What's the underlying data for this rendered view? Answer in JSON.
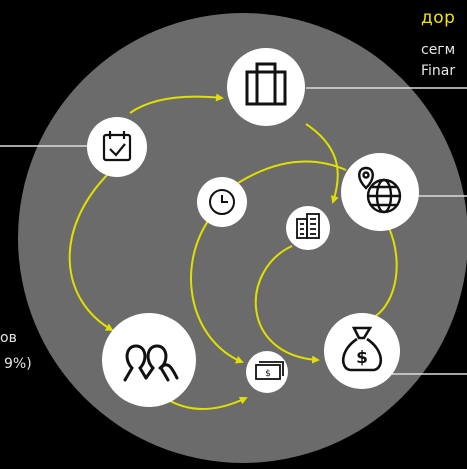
{
  "texts": {
    "top_right_title": "дор",
    "top_right_line1": "сегм",
    "top_right_line2": "Finar",
    "left_line1": "ов",
    "left_line2": "9%)"
  },
  "colors": {
    "background": "#000000",
    "circle": "#6b6b6b",
    "node_fill": "#ffffff",
    "icon_stroke": "#111111",
    "arrow": "#e0e000",
    "connector_line": "#dcdcdc",
    "title_accent": "#f2e500"
  },
  "nodes": [
    {
      "id": "briefcase",
      "icon": "briefcase-icon"
    },
    {
      "id": "calendar",
      "icon": "calendar-check-icon"
    },
    {
      "id": "globe",
      "icon": "globe-pin-icon"
    },
    {
      "id": "clock",
      "icon": "clock-icon"
    },
    {
      "id": "building",
      "icon": "building-icon"
    },
    {
      "id": "people",
      "icon": "people-icon"
    },
    {
      "id": "money",
      "icon": "money-bill-icon"
    },
    {
      "id": "moneybag",
      "icon": "money-bag-icon"
    }
  ]
}
